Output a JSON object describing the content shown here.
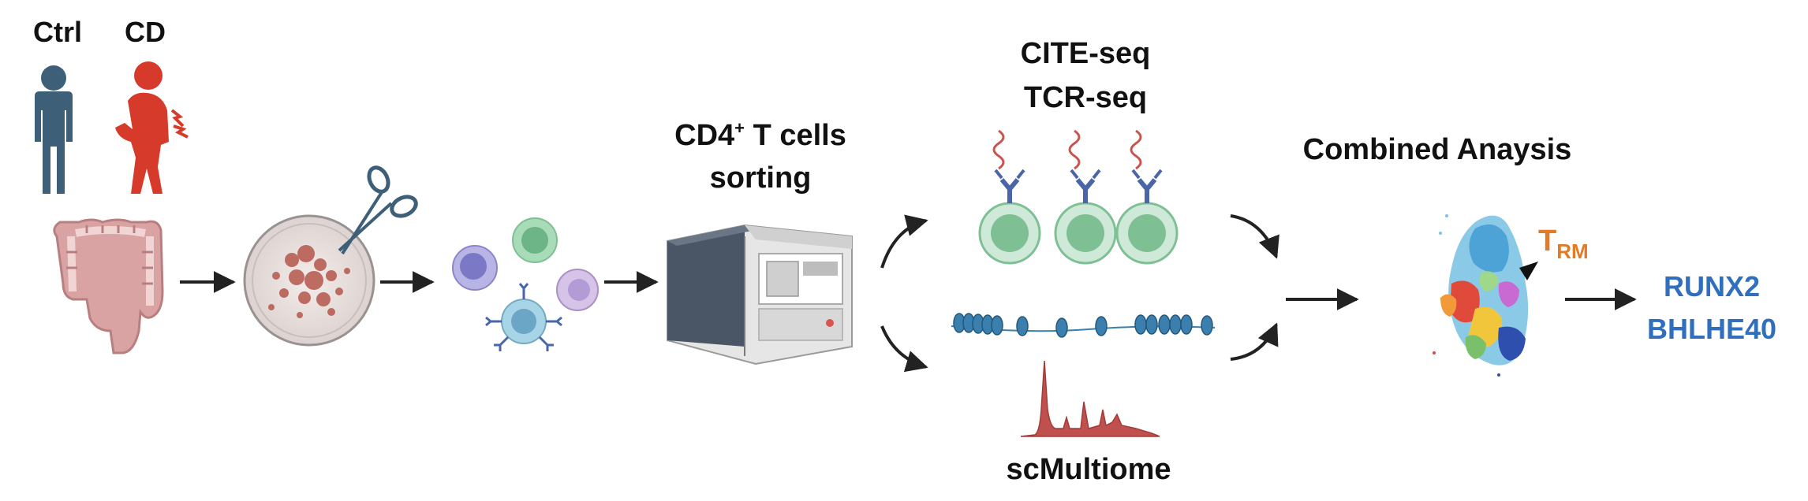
{
  "labels": {
    "ctrl": "Ctrl",
    "cd": "CD",
    "sorting_line1_main": "CD4",
    "sorting_line1_sup": "+",
    "sorting_line1_rest": " T cells",
    "sorting_line2": "sorting",
    "cite_seq": "CITE-seq",
    "tcr_seq": "TCR-seq",
    "scmultiome": "scMultiome",
    "combined": "Combined Anaysis",
    "trm_main": "T",
    "trm_sub": "RM",
    "gene1": "RUNX2",
    "gene2": "BHLHE40"
  },
  "colors": {
    "ctrl_person": "#3e5f78",
    "cd_person": "#d63a2a",
    "colon": "#d9a3a3",
    "tcell": "#8fc9a6",
    "antibody": "#4a66a8",
    "oligo": "#c9554f",
    "nucleosome": "#3a7fae",
    "atac": "#c0504d",
    "trm_label": "#e07b28",
    "genes": "#2f6fbe",
    "arrow": "#222222"
  },
  "icons": [
    "person-icon",
    "sick-person-icon",
    "colon-icon",
    "petri-dish-icon",
    "scissors-icon",
    "immune-cells-icon",
    "flow-cytometer-icon",
    "antibody-cell-icon",
    "chromatin-icon",
    "atac-peaks-icon",
    "umap-icon"
  ]
}
